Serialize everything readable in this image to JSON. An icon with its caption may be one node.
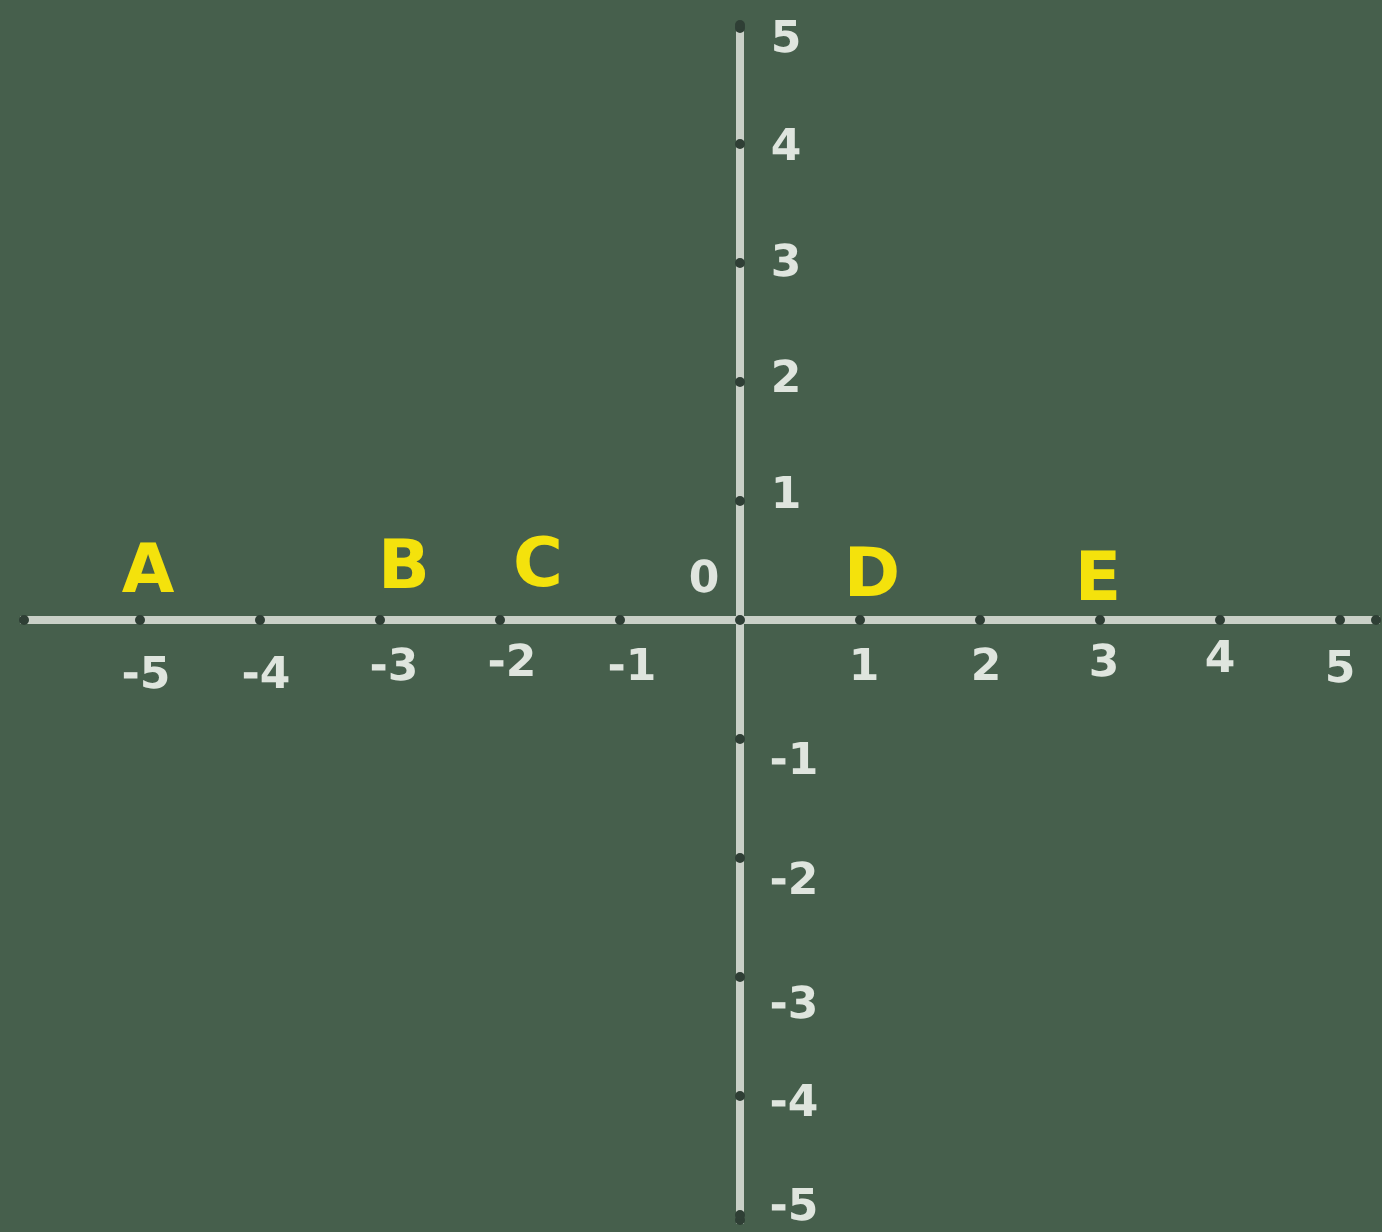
{
  "diagram": {
    "labels": [
      "5",
      "4",
      "3",
      "2",
      "1",
      "A",
      "B",
      "C",
      "0",
      "D",
      "E",
      "-5",
      "-4",
      "-3",
      "-2",
      "-1",
      "1",
      "2",
      "3",
      "4",
      "5",
      "-1",
      "-2",
      "-3",
      "-4",
      "-5"
    ]
  }
}
